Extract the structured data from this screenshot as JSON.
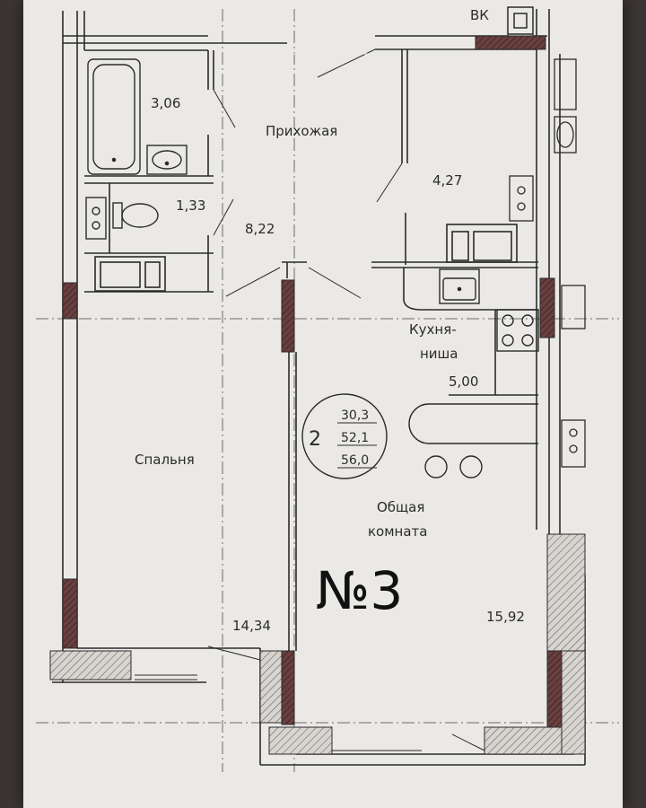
{
  "plan": {
    "apartment_number": "№3",
    "room_count": "2",
    "areas_summary": [
      "30,3",
      "52,1",
      "56,0"
    ],
    "shaft_label": "ВК",
    "rooms": {
      "bathroom": {
        "area": "3,06"
      },
      "toilet": {
        "area": "1,33"
      },
      "hallway": {
        "name": "Прихожая",
        "area": "8,22"
      },
      "storage": {
        "area": "4,27"
      },
      "kitchen": {
        "name_line1": "Кухня-",
        "name_line2": "ниша",
        "area": "5,00"
      },
      "bedroom": {
        "name": "Спальня",
        "area": "14,34"
      },
      "living": {
        "name_line1": "Общая",
        "name_line2": "комната",
        "area": "15,92"
      }
    }
  },
  "colors": {
    "paper": "#ebe9e6",
    "ink": "#2b2b2b",
    "wall_fill": "#6a3f3f",
    "background": "#3b3633"
  }
}
